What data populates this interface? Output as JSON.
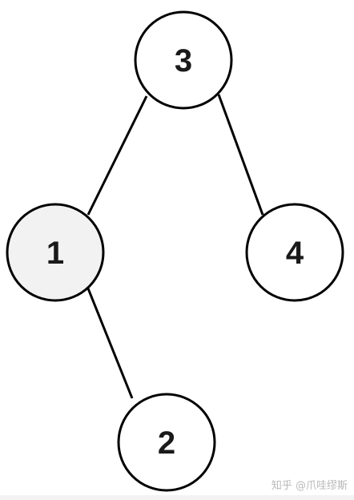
{
  "diagram": {
    "nodes": [
      {
        "id": "3",
        "label": "3",
        "highlighted": false
      },
      {
        "id": "1",
        "label": "1",
        "highlighted": true
      },
      {
        "id": "4",
        "label": "4",
        "highlighted": false
      },
      {
        "id": "2",
        "label": "2",
        "highlighted": false
      }
    ],
    "edges": [
      {
        "from": "3",
        "to": "1"
      },
      {
        "from": "3",
        "to": "4"
      },
      {
        "from": "1",
        "to": "2"
      }
    ]
  },
  "watermark": "知乎 @爪哇缪斯",
  "colors": {
    "stroke": "#000000",
    "node_fill": "#ffffff",
    "highlight_fill": "#f2f2f2",
    "text": "#1a1a1a",
    "watermark": "#b8b8b8"
  }
}
